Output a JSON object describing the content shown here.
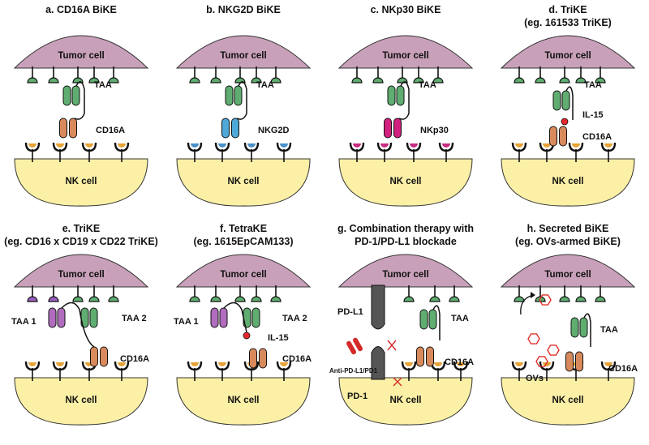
{
  "panels": [
    {
      "id": "a",
      "title": [
        "a. CD16A BiKE"
      ],
      "tumor_label": "Tumor cell",
      "nk_label": "NK cell",
      "labels": [
        "TAA",
        "CD16A"
      ]
    },
    {
      "id": "b",
      "title": [
        "b. NKG2D BiKE"
      ],
      "tumor_label": "Tumor cell",
      "nk_label": "NK cell",
      "labels": [
        "TAA",
        "NKG2D"
      ]
    },
    {
      "id": "c",
      "title": [
        "c. NKp30 BiKE"
      ],
      "tumor_label": "Tumor cell",
      "nk_label": "NK cell",
      "labels": [
        "TAA",
        "NKp30"
      ]
    },
    {
      "id": "d",
      "title": [
        "d. TriKE",
        "(eg. 161533 TriKE)"
      ],
      "tumor_label": "Tumor cell",
      "nk_label": "NK cell",
      "labels": [
        "TAA",
        "IL-15",
        "CD16A"
      ]
    },
    {
      "id": "e",
      "title": [
        "e. TriKE",
        "(eg. CD16 x CD19 x CD22 TriKE)"
      ],
      "tumor_label": "Tumor cell",
      "nk_label": "NK cell",
      "labels": [
        "TAA 1",
        "TAA 2",
        "CD16A"
      ]
    },
    {
      "id": "f",
      "title": [
        "f. TetraKE",
        "(eg. 1615EpCAM133)"
      ],
      "tumor_label": "Tumor cell",
      "nk_label": "NK cell",
      "labels": [
        "TAA 1",
        "TAA 2",
        "IL-15",
        "CD16A"
      ]
    },
    {
      "id": "g",
      "title": [
        "g. Combination therapy with",
        "PD-1/PD-L1 blockade"
      ],
      "tumor_label": "Tumor cell",
      "nk_label": "NK cell",
      "labels": [
        "PD-L1",
        "TAA",
        "Anti-PD-L1/PD1",
        "CD16A",
        "PD-1"
      ]
    },
    {
      "id": "h",
      "title": [
        "h. Secreted BiKE",
        "(eg. OVs-armed BiKE)"
      ],
      "tumor_label": "Tumor cell",
      "nk_label": "NK cell",
      "labels": [
        "TAA",
        "OVs",
        "CD16A"
      ]
    }
  ],
  "colors": {
    "tumor_cell": "#c9a0b9",
    "nk_cell": "#fbf0a6",
    "taa_binder": "#5fad70",
    "cd16a_binder": "#d98a5c",
    "nkg2d_binder": "#4fa9d8",
    "nkp30_binder": "#d1207d",
    "taa1_binder": "#b06dbd",
    "il15": "#e8262e",
    "receptor_orange": "#e6a234",
    "receptor_blue": "#4a90c8",
    "receptor_magenta": "#c72a7e",
    "receptor_purple": "#9b5fc0",
    "anti_pd_drug": "#d42a2a",
    "virus": "#e0302c"
  }
}
